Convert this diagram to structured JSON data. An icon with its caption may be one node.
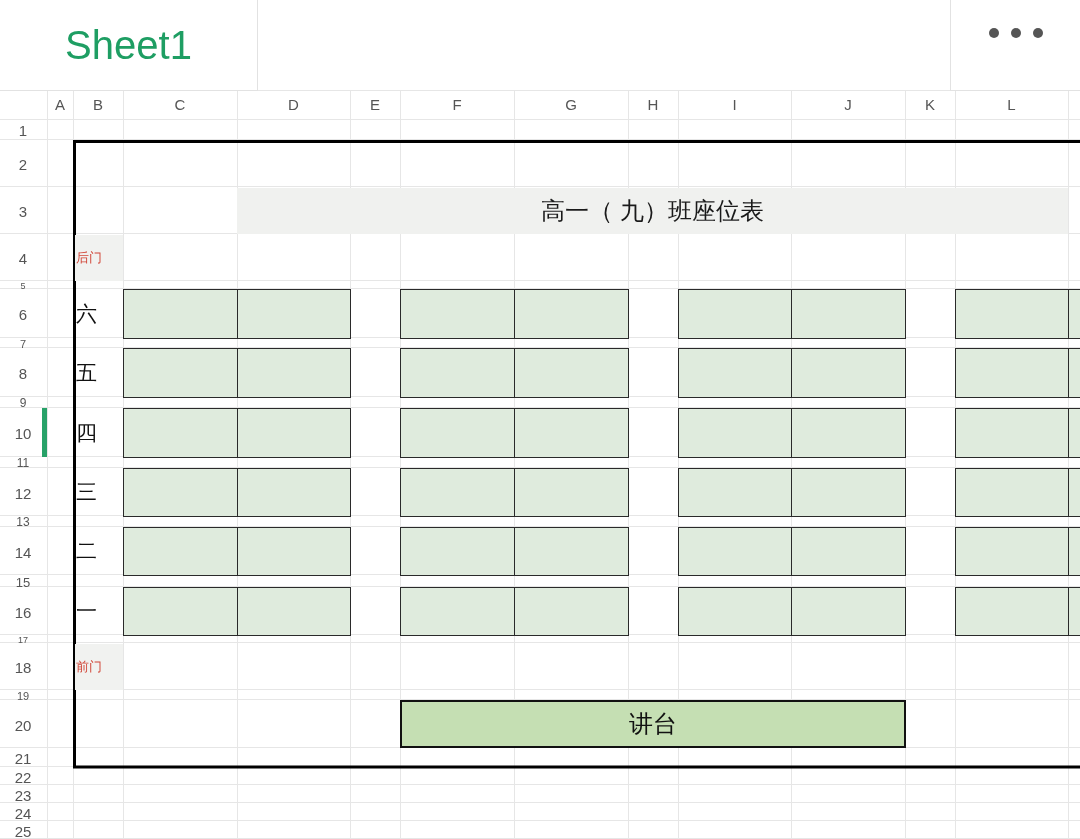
{
  "diagram": {
    "title": "高一（ 九）班座位表",
    "nodes": [
      {
        "text": [],
        "shape": "box"
      },
      {
        "text": [],
        "shape": "box"
      },
      {
        "text": [],
        "shape": "box"
      },
      {
        "text": [],
        "shape": "box"
      },
      {
        "text": [],
        "shape": "box"
      },
      {
        "text": [],
        "shape": "box"
      },
      {
        "text": [],
        "shape": "box"
      },
      {
        "text": [],
        "shape": "box"
      },
      {
        "text": [],
        "shape": "box"
      },
      {
        "text": [],
        "shape": "box"
      },
      {
        "text": [],
        "shape": "box"
      },
      {
        "text": [],
        "shape": "box"
      },
      {
        "text": [],
        "shape": "box"
      },
      {
        "text": [],
        "shape": "box"
      },
      {
        "text": [],
        "shape": "box"
      },
      {
        "text": [],
        "shape": "box"
      },
      {
        "text": [],
        "shape": "box"
      },
      {
        "text": [],
        "shape": "box"
      },
      {
        "text": [],
        "shape": "box"
      },
      {
        "text": [],
        "shape": "box"
      },
      {
        "text": [],
        "shape": "box"
      },
      {
        "text": [],
        "shape": "box"
      },
      {
        "text": [],
        "shape": "box"
      },
      {
        "text": [],
        "shape": "box"
      },
      {
        "text": [],
        "shape": "box"
      },
      {
        "text": [],
        "shape": "box"
      },
      {
        "text": [],
        "shape": "box"
      },
      {
        "text": [],
        "shape": "box"
      },
      {
        "text": [],
        "shape": "box"
      },
      {
        "text": [],
        "shape": "box"
      },
      {
        "text": [],
        "shape": "box"
      },
      {
        "text": [],
        "shape": "box"
      },
      {
        "text": [],
        "shape": "box"
      },
      {
        "text": [],
        "shape": "box"
      },
      {
        "text": [],
        "shape": "box"
      },
      {
        "text": [],
        "shape": "box"
      },
      {
        "text": [],
        "shape": "box"
      },
      {
        "text": [],
        "shape": "box"
      },
      {
        "text": [],
        "shape": "box"
      },
      {
        "text": [],
        "shape": "box"
      },
      {
        "text": [],
        "shape": "box"
      },
      {
        "text": [],
        "shape": "box"
      },
      {
        "text": [],
        "shape": "box"
      },
      {
        "text": [],
        "shape": "box"
      },
      {
        "text": [],
        "shape": "box"
      },
      {
        "text": [],
        "shape": "box"
      },
      {
        "text": [],
        "shape": "box"
      },
      {
        "text": [],
        "shape": "box"
      },
      {
        "text": [
          "讲台"
        ]
      }
    ],
    "labels": [
      "Sheet1",
      "A",
      "B",
      "C",
      "D",
      "E",
      "F",
      "G",
      "H",
      "I",
      "J",
      "K",
      "L",
      "1",
      "2",
      "3",
      "4",
      "后门",
      "5",
      "6",
      "六",
      "7",
      "8",
      "五",
      "9",
      "10",
      "四",
      "11",
      "12",
      "三",
      "13",
      "14",
      "二",
      "15",
      "16",
      "一",
      "17",
      "18",
      "前门",
      "19",
      "20",
      "21",
      "22",
      "23",
      "24",
      "25"
    ]
  }
}
